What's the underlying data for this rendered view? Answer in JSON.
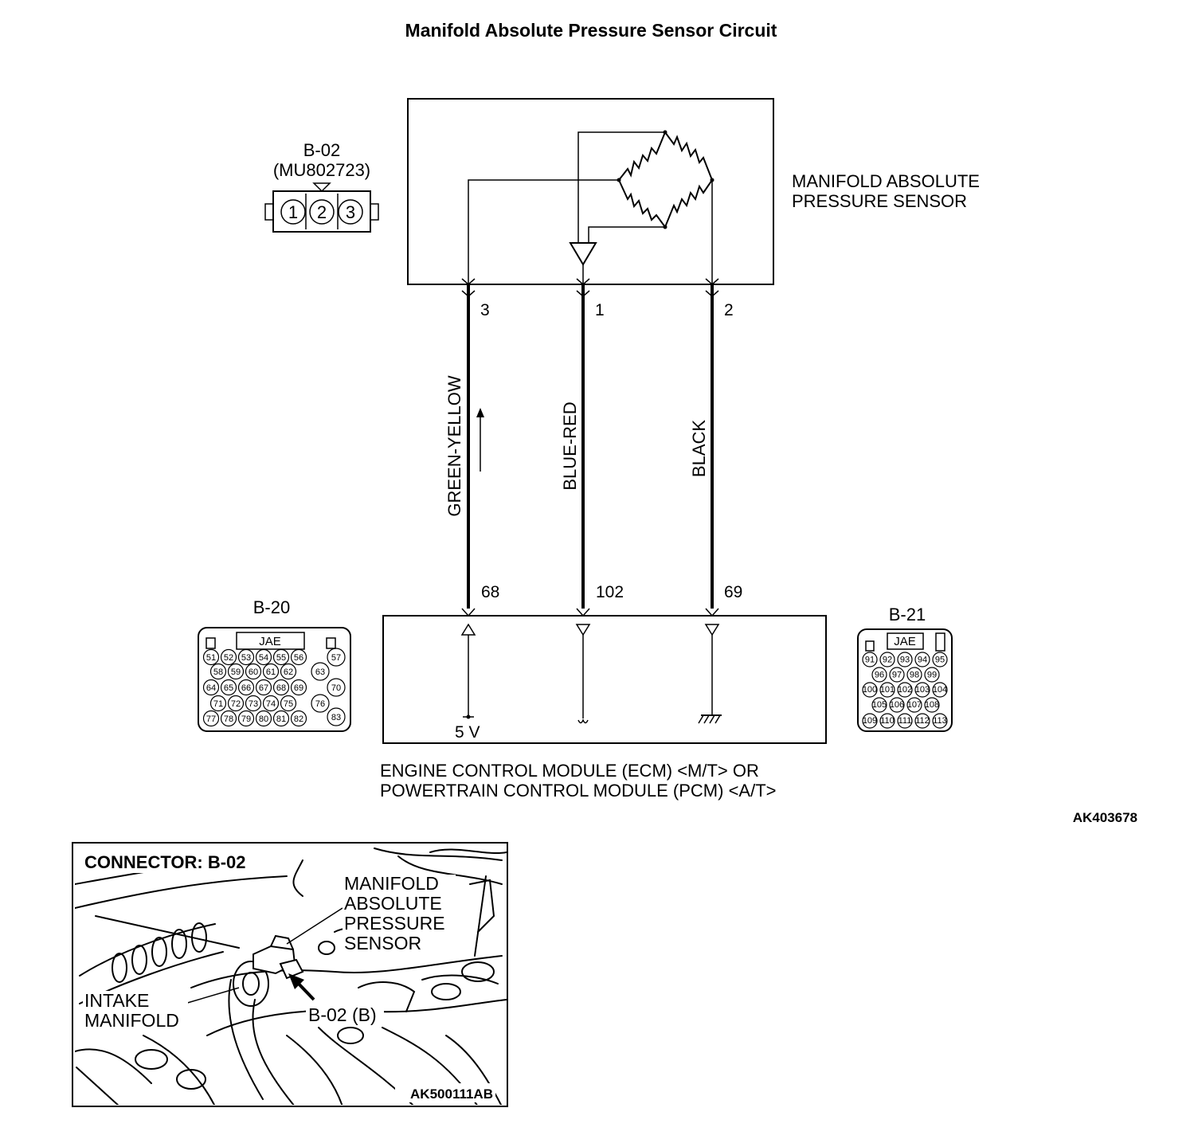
{
  "title": "Manifold Absolute Pressure Sensor Circuit",
  "connector_b02": {
    "name": "B-02",
    "part": "(MU802723)",
    "cavities": [
      "1",
      "2",
      "3"
    ]
  },
  "sensor": {
    "label_line1": "MANIFOLD ABSOLUTE",
    "label_line2": "PRESSURE SENSOR"
  },
  "wires": [
    {
      "sensor_pin": "3",
      "color": "GREEN-YELLOW",
      "ecm_pin": "68",
      "ecm_terminal": "5 V"
    },
    {
      "sensor_pin": "1",
      "color": "BLUE-RED",
      "ecm_pin": "102"
    },
    {
      "sensor_pin": "2",
      "color": "BLACK",
      "ecm_pin": "69"
    }
  ],
  "connector_b20": {
    "name": "B-20",
    "tag": "JAE",
    "rows": [
      [
        "51",
        "52",
        "53",
        "54",
        "55",
        "56"
      ],
      [
        "58",
        "59",
        "60",
        "61",
        "62"
      ],
      [
        "64",
        "65",
        "66",
        "67",
        "68",
        "69"
      ],
      [
        "71",
        "72",
        "73",
        "74",
        "75"
      ],
      [
        "77",
        "78",
        "79",
        "80",
        "81",
        "82"
      ]
    ],
    "side": [
      "57",
      "63",
      "70",
      "76",
      "83"
    ]
  },
  "connector_b21": {
    "name": "B-21",
    "tag": "JAE",
    "rows": [
      [
        "91",
        "92",
        "93",
        "94",
        "95"
      ],
      [
        "96",
        "97",
        "98",
        "99"
      ],
      [
        "100",
        "101",
        "102",
        "103",
        "104"
      ],
      [
        "105",
        "106",
        "107",
        "108"
      ],
      [
        "109",
        "110",
        "111",
        "112",
        "113"
      ]
    ]
  },
  "ecm": {
    "label_line1": "ENGINE CONTROL MODULE (ECM) <M/T> OR",
    "label_line2": "POWERTRAIN CONTROL MODULE (PCM) <A/T>"
  },
  "figure_code": "AK403678",
  "photo": {
    "title": "CONNECTOR: B-02",
    "sensor_label": [
      "MANIFOLD",
      "ABSOLUTE",
      "PRESSURE",
      "SENSOR"
    ],
    "manifold_label": [
      "INTAKE",
      "MANIFOLD"
    ],
    "connector_label": "B-02 (B)",
    "code": "AK500111AB"
  }
}
